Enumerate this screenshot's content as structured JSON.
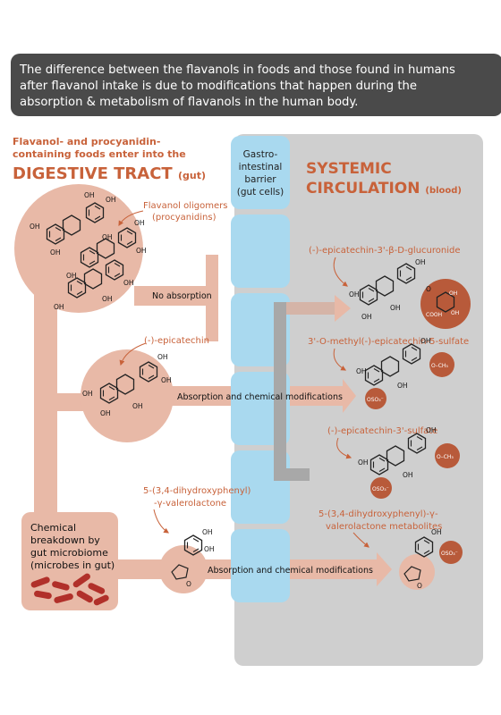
{
  "header": {
    "lines": [
      "The difference between the flavanols in foods and those found in humans",
      "after flavanol intake is due to modifications that happen during the",
      "absorption & metabolism of flavanols in the human body."
    ]
  },
  "gut": {
    "intro_lines": [
      "Flavanol- and procyanidin-",
      "containing foods enter into the"
    ],
    "title": "DIGESTIVE TRACT",
    "title_suffix": "(gut)"
  },
  "barrier": {
    "lines": [
      "Gastro-",
      "intestinal",
      "barrier",
      "(gut cells)"
    ]
  },
  "systemic": {
    "title_line1": "SYSTEMIC",
    "title_line2": "CIRCULATION",
    "title_suffix": "(blood)"
  },
  "labels": {
    "oligomers": [
      "Flavanol oligomers",
      "(procyanidins)"
    ],
    "no_absorption": "No absorption",
    "epicatechin": "(-)-epicatechin",
    "absorption_1": "Absorption and chemical modifications",
    "valerolactone": [
      "5-(3,4-dihydroxyphenyl)",
      "-γ-valerolactone"
    ],
    "absorption_2": "Absorption and chemical modifications",
    "microbiome": [
      "Chemical",
      "breakdown by",
      "gut microbiome",
      "(microbes in gut)"
    ],
    "metabolite_1": "(-)-epicatechin-3'-β-D-glucuronide",
    "metabolite_2": "3'-O-methyl(-)-epicatechin-5-sulfate",
    "metabolite_3": "(-)-epicatechin-3'-sulfate",
    "metabolite_4": [
      "5-(3,4-dihydroxyphenyl)-γ-",
      "valerolactone metabolites"
    ]
  },
  "chem": {
    "oh": "OH",
    "o": "O",
    "oso3": "OSO₃⁻",
    "och3": "O–CH₃",
    "cooh": "COOH"
  },
  "colors": {
    "header_bg": "#4a4a4a",
    "salmon": "#e8b9a7",
    "salmon_light": "#f2d3c5",
    "accent": "#c8623a",
    "blue": "#a9d9ef",
    "gray_panel": "#cfcfcf",
    "dark_circle": "#b85a3a",
    "bacteria": "#b1302a"
  }
}
